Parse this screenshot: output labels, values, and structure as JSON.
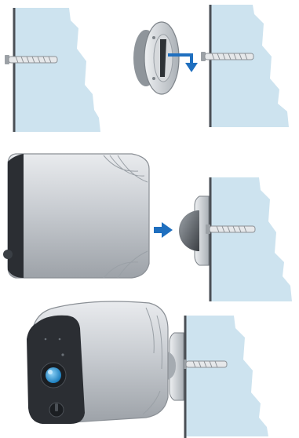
{
  "steps": [
    {
      "id": "step-1",
      "scene": "anchor-inserted-in-wall"
    },
    {
      "id": "step-2",
      "scene": "mount-base-screwed-onto-anchor"
    },
    {
      "id": "step-3",
      "scene": "camera-body-attached-to-ball-mount"
    },
    {
      "id": "step-4",
      "scene": "camera-installed-on-wall"
    }
  ],
  "colors": {
    "wall_fill": "#cde3ef",
    "wall_edge": "#4a4f55",
    "arrow": "#1f6fbf",
    "camera_body": "#c9ccd0",
    "camera_front": "#2b2e33",
    "lens": "#3fa7e0",
    "screw": "#b8bcc1"
  },
  "icons": [
    "wall-anchor-icon",
    "ball-mount-icon",
    "arrow-right-icon",
    "arrow-down-right-icon",
    "camera-icon"
  ]
}
